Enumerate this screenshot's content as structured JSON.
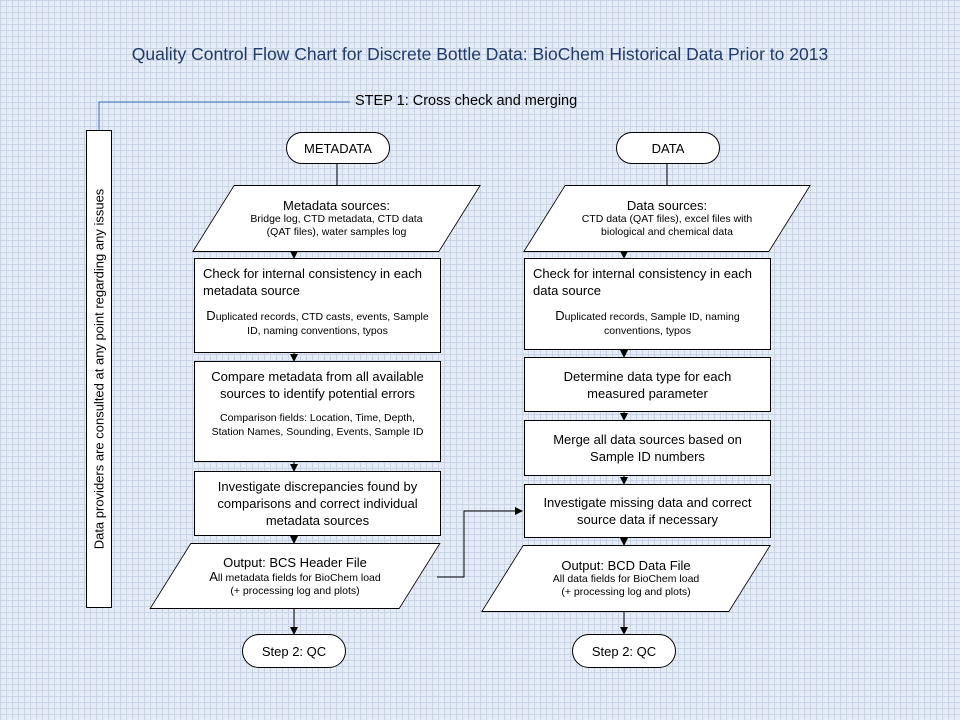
{
  "title": "Quality Control Flow Chart for Discrete Bottle Data: BioChem Historical Data Prior to 2013",
  "step1_label": "STEP 1:  Cross check and merging",
  "side_note": "Data providers are consulted at any point regarding any issues",
  "metadata_column": {
    "start": "METADATA",
    "sources_title": "Metadata sources:",
    "sources_detail": "Bridge log, CTD metadata, CTD data (QAT files), water samples log",
    "check_title": "Check for internal consistency in each metadata source",
    "check_detail_first": "D",
    "check_detail_rest": "uplicated records, CTD casts, events, Sample ID, naming conventions, typos",
    "compare_title": "Compare metadata from all available sources to identify potential errors",
    "compare_detail": "Comparison fields: Location, Time, Depth, Station Names, Sounding, Events, Sample ID",
    "investigate": "Investigate discrepancies found by comparisons and correct individual metadata sources",
    "output_title": "Output: BCS Header File",
    "output_detail_first": "A",
    "output_detail_rest": "ll metadata fields for BioChem load",
    "output_detail_2": "(+ processing log and plots)",
    "end": "Step 2: QC"
  },
  "data_column": {
    "start": "DATA",
    "sources_title": "Data sources:",
    "sources_detail": "CTD data (QAT files), excel files with biological and chemical data",
    "check_title": "Check for internal consistency in each data source",
    "check_detail_first": "D",
    "check_detail_rest": "uplicated records, Sample ID, naming conventions, typos",
    "datatype": "Determine data type for each measured parameter",
    "merge": "Merge all data sources based on Sample ID numbers",
    "missing": "Investigate missing data and correct source data if necessary",
    "output_title": "Output: BCD Data File",
    "output_detail": "All data fields for BioChem load",
    "output_detail_2": "(+ processing log and plots)",
    "end": "Step 2: QC"
  },
  "colors": {
    "title_text": "#1f3a6b",
    "connector_blue": "#3a6fb8",
    "background": "#e6ecf5",
    "grid": "#c9d4e6"
  }
}
